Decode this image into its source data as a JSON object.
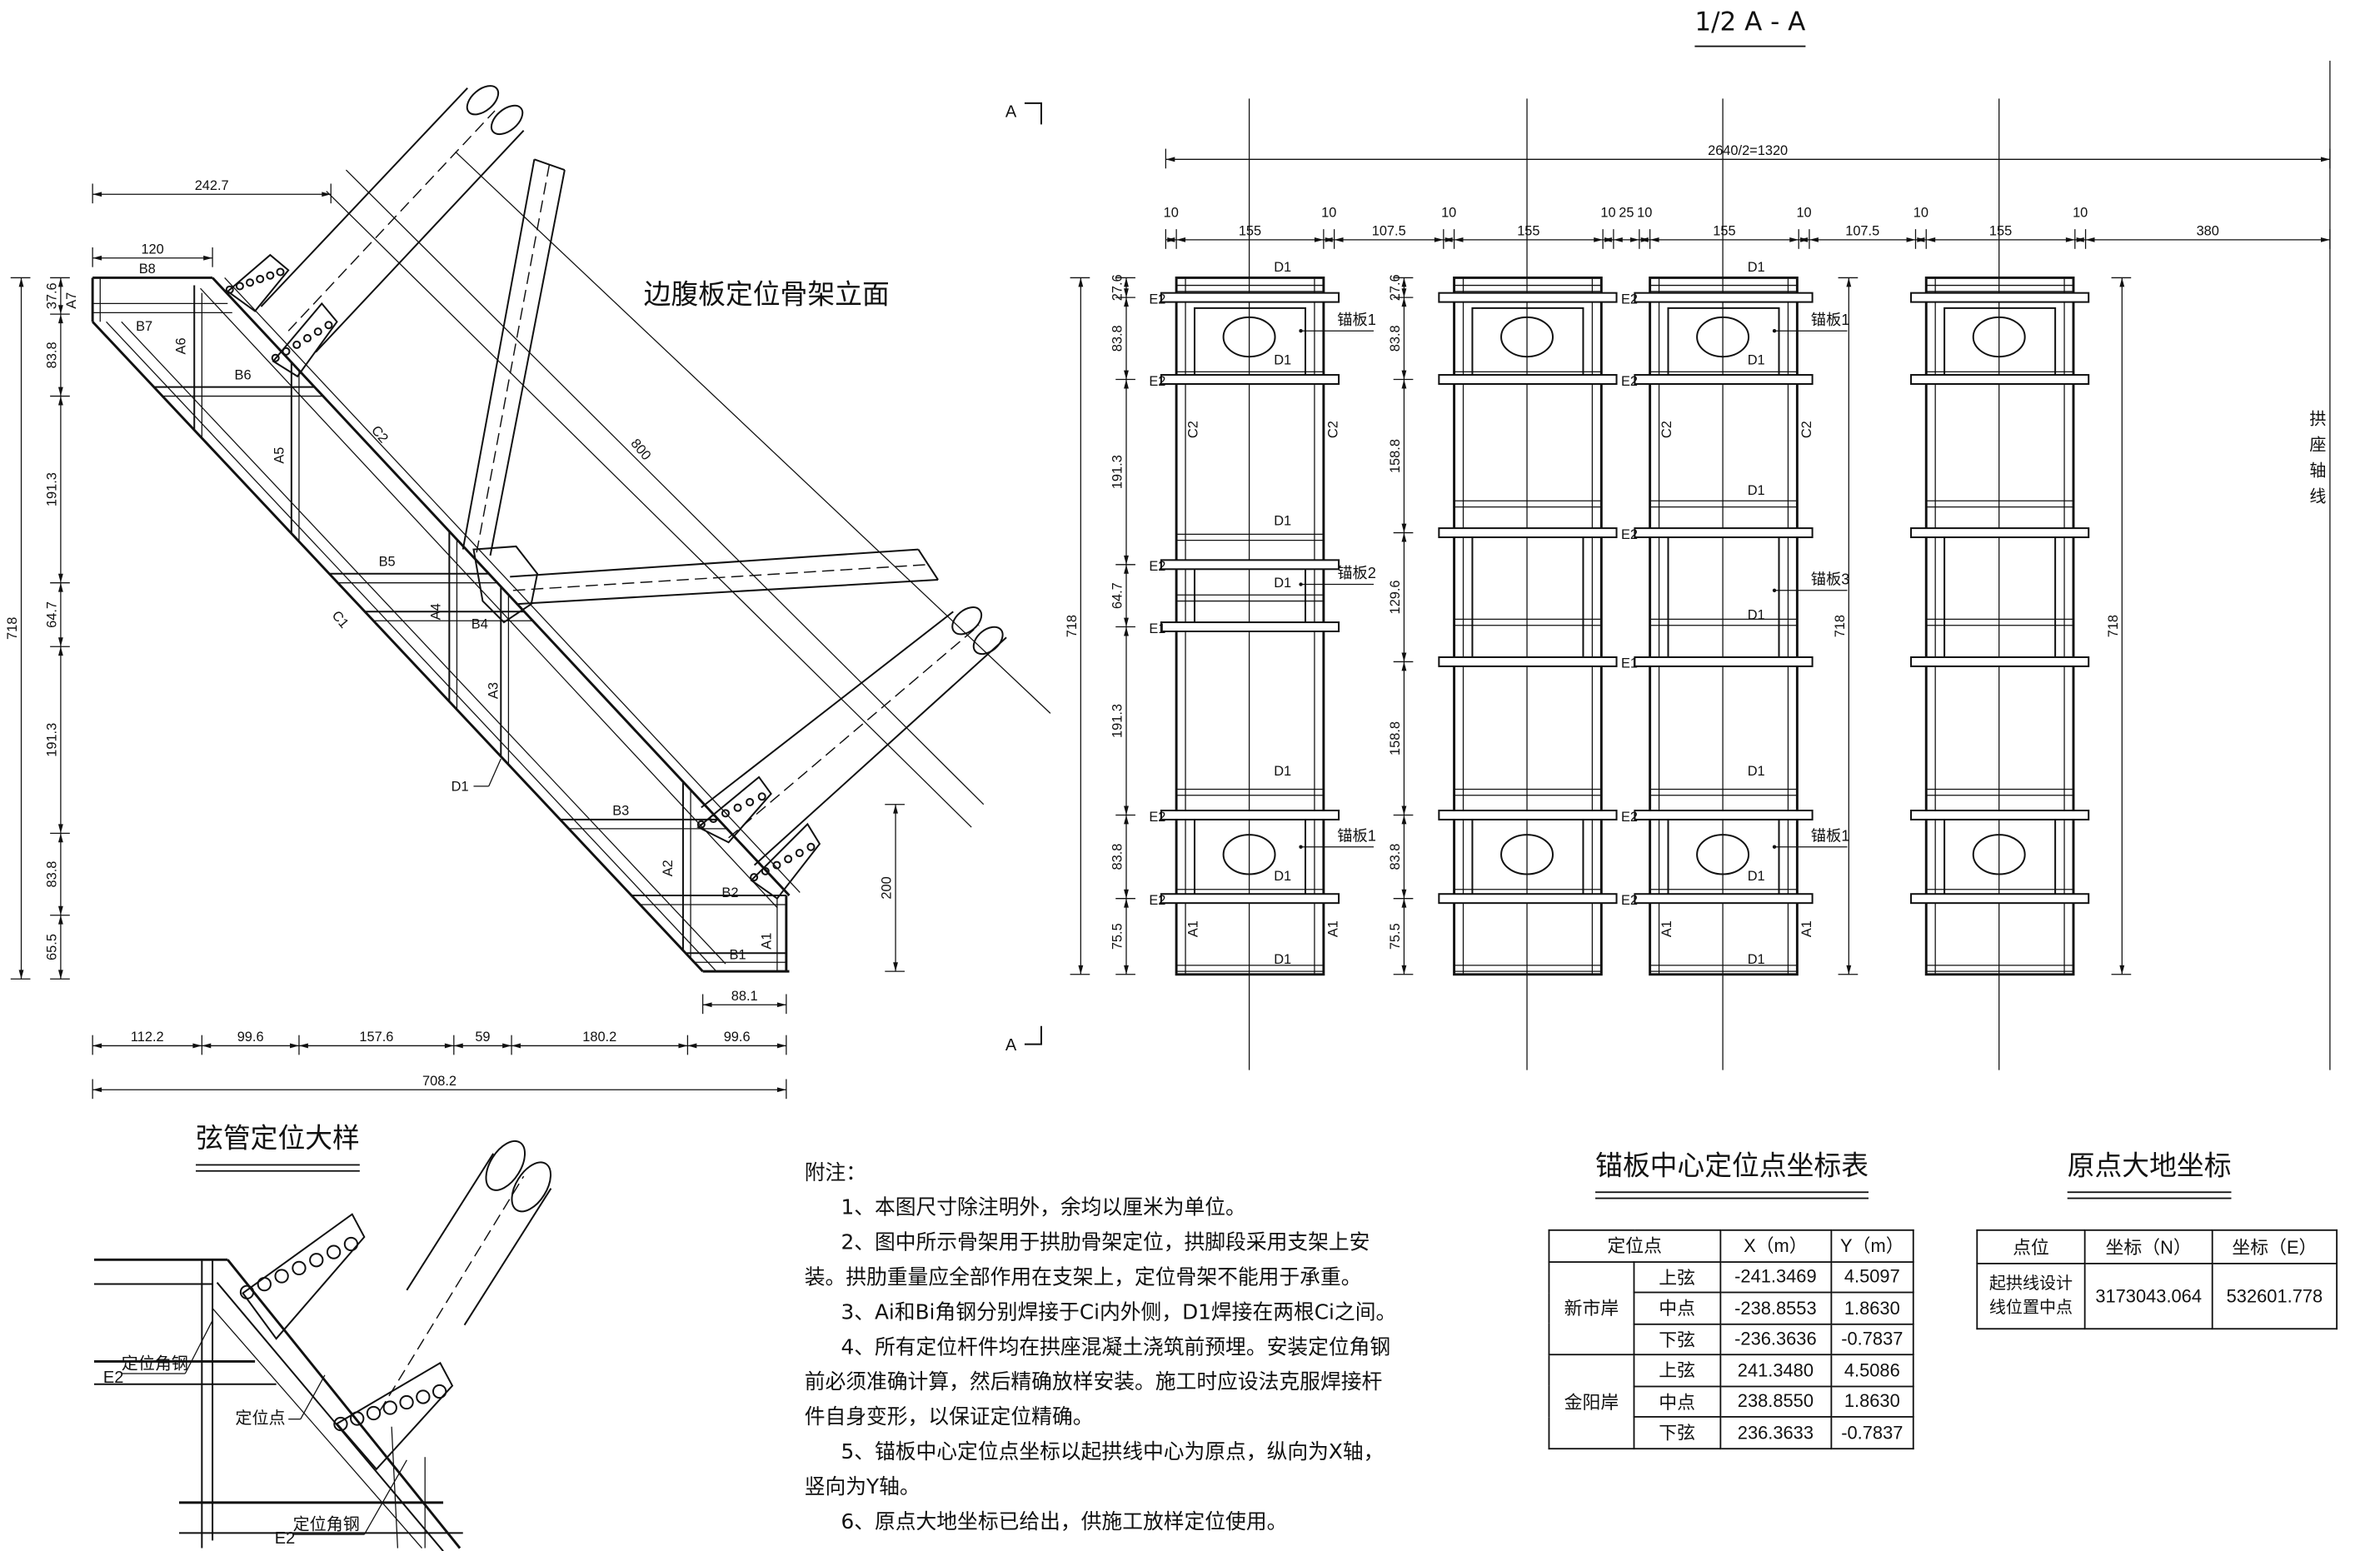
{
  "elevation": {
    "title": "边腹板定位骨架立面",
    "dims": {
      "top_width": "242.7",
      "b8_width": "120",
      "diagonal": "800",
      "overall_height": "718",
      "height_stack": [
        "37.6",
        "83.8",
        "191.3",
        "64.7",
        "191.3",
        "83.8",
        "65.5"
      ],
      "width_stack": [
        "112.2",
        "99.6",
        "157.6",
        "59",
        "180.2",
        "99.6"
      ],
      "overall_width": "708.2",
      "base_width": "88.1",
      "base_height": "200"
    },
    "members": {
      "a1": "A1",
      "a2": "A2",
      "a3": "A3",
      "a4": "A4",
      "a5": "A5",
      "a6": "A6",
      "a7": "A7",
      "b1": "B1",
      "b2": "B2",
      "b3": "B3",
      "b4": "B4",
      "b5": "B5",
      "b6": "B6",
      "b7": "B7",
      "b8": "B8",
      "c1": "C1",
      "c2": "C2",
      "d1": "D1"
    }
  },
  "section": {
    "title": "1/2 A - A",
    "cut_mark": "A",
    "half_width": "2640/2=1320",
    "width_stack": [
      "10",
      "155",
      "10",
      "107.5",
      "10",
      "155",
      "10",
      "25",
      "10",
      "155",
      "10",
      "107.5",
      "10",
      "155",
      "10",
      "380"
    ],
    "col1_heights": [
      "27.6",
      "83.8",
      "191.3",
      "64.7",
      "191.3",
      "83.8",
      "75.5"
    ],
    "col2_heights": [
      "27.6",
      "83.8",
      "158.8",
      "129.6",
      "158.8",
      "83.8",
      "75.5"
    ],
    "overall_height": "718",
    "axis_label": "拱座轴线",
    "labels": {
      "d1": "D1",
      "e1": "E1",
      "e2": "E2",
      "c2": "C2",
      "a1": "A1",
      "anchor1": "锚板1",
      "anchor2": "锚板2",
      "anchor3": "锚板3"
    }
  },
  "detail": {
    "title": "弦管定位大样",
    "e2": "E2",
    "angle_steel": "定位角钢",
    "locating_point": "定位点"
  },
  "notes": {
    "heading": "附注：",
    "items": [
      "1、本图尺寸除注明外，余均以厘米为单位。",
      "2、图中所示骨架用于拱肋骨架定位，拱脚段采用支架上安装。拱肋重量应全部作用在支架上，定位骨架不能用于承重。",
      "3、Ai和Bi角钢分别焊接于Ci内外侧，D1焊接在两根Ci之间。",
      "4、所有定位杆件均在拱座混凝土浇筑前预埋。安装定位角钢前必须准确计算，然后精确放样安装。施工时应设法克服焊接杆件自身变形，以保证定位精确。",
      "5、锚板中心定位点坐标以起拱线中心为原点，纵向为X轴，竖向为Y轴。",
      "6、原点大地坐标已给出，供施工放样定位使用。"
    ]
  },
  "anchor_table": {
    "title": "锚板中心定位点坐标表",
    "headers": [
      "定位点",
      "X（m）",
      "Y（m）"
    ],
    "groups": [
      {
        "name": "新市岸",
        "rows": [
          {
            "point": "上弦",
            "x": "-241.3469",
            "y": "4.5097"
          },
          {
            "point": "中点",
            "x": "-238.8553",
            "y": "1.8630"
          },
          {
            "point": "下弦",
            "x": "-236.3636",
            "y": "-0.7837"
          }
        ]
      },
      {
        "name": "金阳岸",
        "rows": [
          {
            "point": "上弦",
            "x": "241.3480",
            "y": "4.5086"
          },
          {
            "point": "中点",
            "x": "238.8550",
            "y": "1.8630"
          },
          {
            "point": "下弦",
            "x": "236.3633",
            "y": "-0.7837"
          }
        ]
      }
    ]
  },
  "origin_table": {
    "title": "原点大地坐标",
    "headers": [
      "点位",
      "坐标（N）",
      "坐标（E）"
    ],
    "rows": [
      {
        "point": "起拱线设计线位置中点",
        "n": "3173043.064",
        "e": "532601.778"
      }
    ]
  }
}
